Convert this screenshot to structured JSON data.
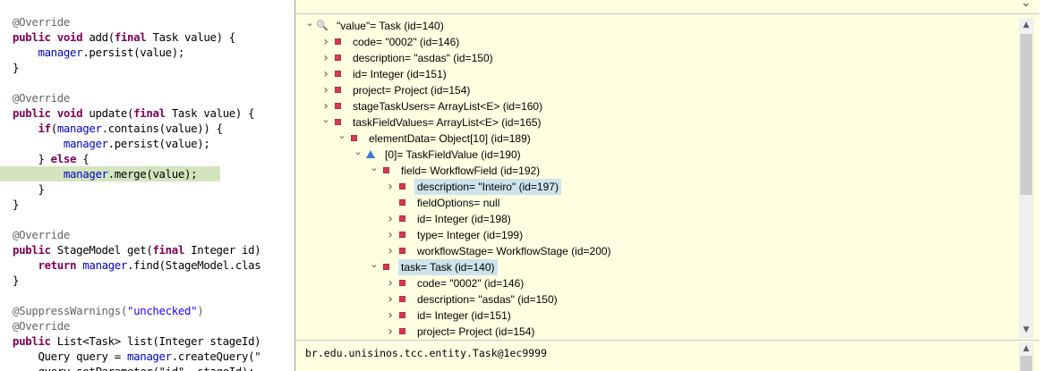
{
  "editor": {
    "lines": [
      [
        {
          "t": "@Override",
          "c": "ann"
        }
      ],
      [
        {
          "t": "public",
          "c": "kw"
        },
        {
          "t": " ",
          "c": "pl"
        },
        {
          "t": "void",
          "c": "kw"
        },
        {
          "t": " add(",
          "c": "pl"
        },
        {
          "t": "final",
          "c": "kw"
        },
        {
          "t": " Task value) {",
          "c": "pl"
        }
      ],
      [
        {
          "t": "    ",
          "c": "pl"
        },
        {
          "t": "manager",
          "c": "fld"
        },
        {
          "t": ".persist(value);",
          "c": "pl"
        }
      ],
      [
        {
          "t": "}",
          "c": "pl"
        }
      ],
      [],
      [
        {
          "t": "@Override",
          "c": "ann"
        }
      ],
      [
        {
          "t": "public",
          "c": "kw"
        },
        {
          "t": " ",
          "c": "pl"
        },
        {
          "t": "void",
          "c": "kw"
        },
        {
          "t": " update(",
          "c": "pl"
        },
        {
          "t": "final",
          "c": "kw"
        },
        {
          "t": " Task value) {",
          "c": "pl"
        }
      ],
      [
        {
          "t": "    ",
          "c": "pl"
        },
        {
          "t": "if",
          "c": "kw"
        },
        {
          "t": "(",
          "c": "pl"
        },
        {
          "t": "manager",
          "c": "fld"
        },
        {
          "t": ".contains(value)) {",
          "c": "pl"
        }
      ],
      [
        {
          "t": "        ",
          "c": "pl"
        },
        {
          "t": "manager",
          "c": "fld"
        },
        {
          "t": ".persist(value);",
          "c": "pl"
        }
      ],
      [
        {
          "t": "    } ",
          "c": "pl"
        },
        {
          "t": "else",
          "c": "kw"
        },
        {
          "t": " {",
          "c": "pl"
        }
      ],
      [
        {
          "t": "        ",
          "c": "pl"
        },
        {
          "t": "manager",
          "c": "fld"
        },
        {
          "t": ".merge(value);",
          "c": "pl"
        }
      ],
      [
        {
          "t": "    }",
          "c": "pl"
        }
      ],
      [
        {
          "t": "}",
          "c": "pl"
        }
      ],
      [],
      [
        {
          "t": "@Override",
          "c": "ann"
        }
      ],
      [
        {
          "t": "public",
          "c": "kw"
        },
        {
          "t": " StageModel get(",
          "c": "pl"
        },
        {
          "t": "final",
          "c": "kw"
        },
        {
          "t": " Integer id)",
          "c": "pl"
        }
      ],
      [
        {
          "t": "    ",
          "c": "pl"
        },
        {
          "t": "return",
          "c": "kw"
        },
        {
          "t": " ",
          "c": "pl"
        },
        {
          "t": "manager",
          "c": "fld"
        },
        {
          "t": ".find(StageModel.clas",
          "c": "pl"
        }
      ],
      [
        {
          "t": "}",
          "c": "pl"
        }
      ],
      [],
      [
        {
          "t": "@SuppressWarnings(",
          "c": "ann"
        },
        {
          "t": "\"unchecked\"",
          "c": "str"
        },
        {
          "t": ")",
          "c": "ann"
        }
      ],
      [
        {
          "t": "@Override",
          "c": "ann"
        }
      ],
      [
        {
          "t": "public",
          "c": "kw"
        },
        {
          "t": " List<Task> list(Integer stageId)",
          "c": "pl"
        }
      ],
      [
        {
          "t": "    Query query = ",
          "c": "pl"
        },
        {
          "t": "manager",
          "c": "fld"
        },
        {
          "t": ".createQuery(\"",
          "c": "pl"
        }
      ],
      [
        {
          "t": "    ",
          "c": "pl"
        },
        {
          "t": "query",
          "c": "pl"
        },
        {
          "t": ".setParameter(\"id\", stageId);",
          "c": "pl"
        }
      ]
    ],
    "highlighted_line": 10
  },
  "inspect": {
    "header_icon": "chevron-down-icon",
    "nodes": [
      {
        "depth": 0,
        "toggle": "expanded",
        "icon": "search-icon",
        "label": "\"value\"= Task  (id=140)"
      },
      {
        "depth": 1,
        "toggle": "collapsed",
        "icon": "field-private-icon",
        "label": "code= \"0002\" (id=146)"
      },
      {
        "depth": 1,
        "toggle": "collapsed",
        "icon": "field-private-icon",
        "label": "description= \"asdas\" (id=150)"
      },
      {
        "depth": 1,
        "toggle": "collapsed",
        "icon": "field-private-icon",
        "label": "id= Integer  (id=151)"
      },
      {
        "depth": 1,
        "toggle": "collapsed",
        "icon": "field-private-icon",
        "label": "project= Project  (id=154)"
      },
      {
        "depth": 1,
        "toggle": "collapsed",
        "icon": "field-private-icon",
        "label": "stageTaskUsers= ArrayList<E>  (id=160)"
      },
      {
        "depth": 1,
        "toggle": "expanded",
        "icon": "field-private-icon",
        "label": "taskFieldValues= ArrayList<E>  (id=165)"
      },
      {
        "depth": 2,
        "toggle": "expanded",
        "icon": "field-private-icon",
        "label": "elementData= Object[10]  (id=189)"
      },
      {
        "depth": 3,
        "toggle": "expanded",
        "icon": "array-element-icon",
        "label": "[0]= TaskFieldValue  (id=190)"
      },
      {
        "depth": 4,
        "toggle": "expanded",
        "icon": "field-private-icon",
        "label": "field= WorkflowField  (id=192)"
      },
      {
        "depth": 5,
        "toggle": "collapsed",
        "icon": "field-private-icon",
        "label": "description= \"Inteiro\" (id=197)",
        "selected": true
      },
      {
        "depth": 5,
        "toggle": "none",
        "icon": "field-private-icon",
        "label": "fieldOptions= null"
      },
      {
        "depth": 5,
        "toggle": "collapsed",
        "icon": "field-private-icon",
        "label": "id= Integer  (id=198)"
      },
      {
        "depth": 5,
        "toggle": "collapsed",
        "icon": "field-private-icon",
        "label": "type= Integer  (id=199)"
      },
      {
        "depth": 5,
        "toggle": "collapsed",
        "icon": "field-private-icon",
        "label": "workflowStage= WorkflowStage  (id=200)"
      },
      {
        "depth": 4,
        "toggle": "expanded",
        "icon": "field-private-icon",
        "label": "task= Task  (id=140)",
        "selected": true
      },
      {
        "depth": 5,
        "toggle": "collapsed",
        "icon": "field-private-icon",
        "label": "code= \"0002\" (id=146)"
      },
      {
        "depth": 5,
        "toggle": "collapsed",
        "icon": "field-private-icon",
        "label": "description= \"asdas\" (id=150)"
      },
      {
        "depth": 5,
        "toggle": "collapsed",
        "icon": "field-private-icon",
        "label": "id= Integer  (id=151)"
      },
      {
        "depth": 5,
        "toggle": "collapsed",
        "icon": "field-private-icon",
        "label": "project= Project  (id=154)"
      }
    ],
    "detail_text": "br.edu.unisinos.tcc.entity.Task@1ec9999",
    "scroll_up_icon": "scroll-up-arrow-icon",
    "scroll_down_icon": "scroll-down-arrow-icon"
  },
  "colors": {
    "popup_background": "#ffffe1",
    "selection": "#cde4ec",
    "highlight_line": "#d3e5bf",
    "keyword": "#7f0055",
    "field": "#0000c0",
    "annotation": "#646464",
    "string": "#2a00ff"
  }
}
